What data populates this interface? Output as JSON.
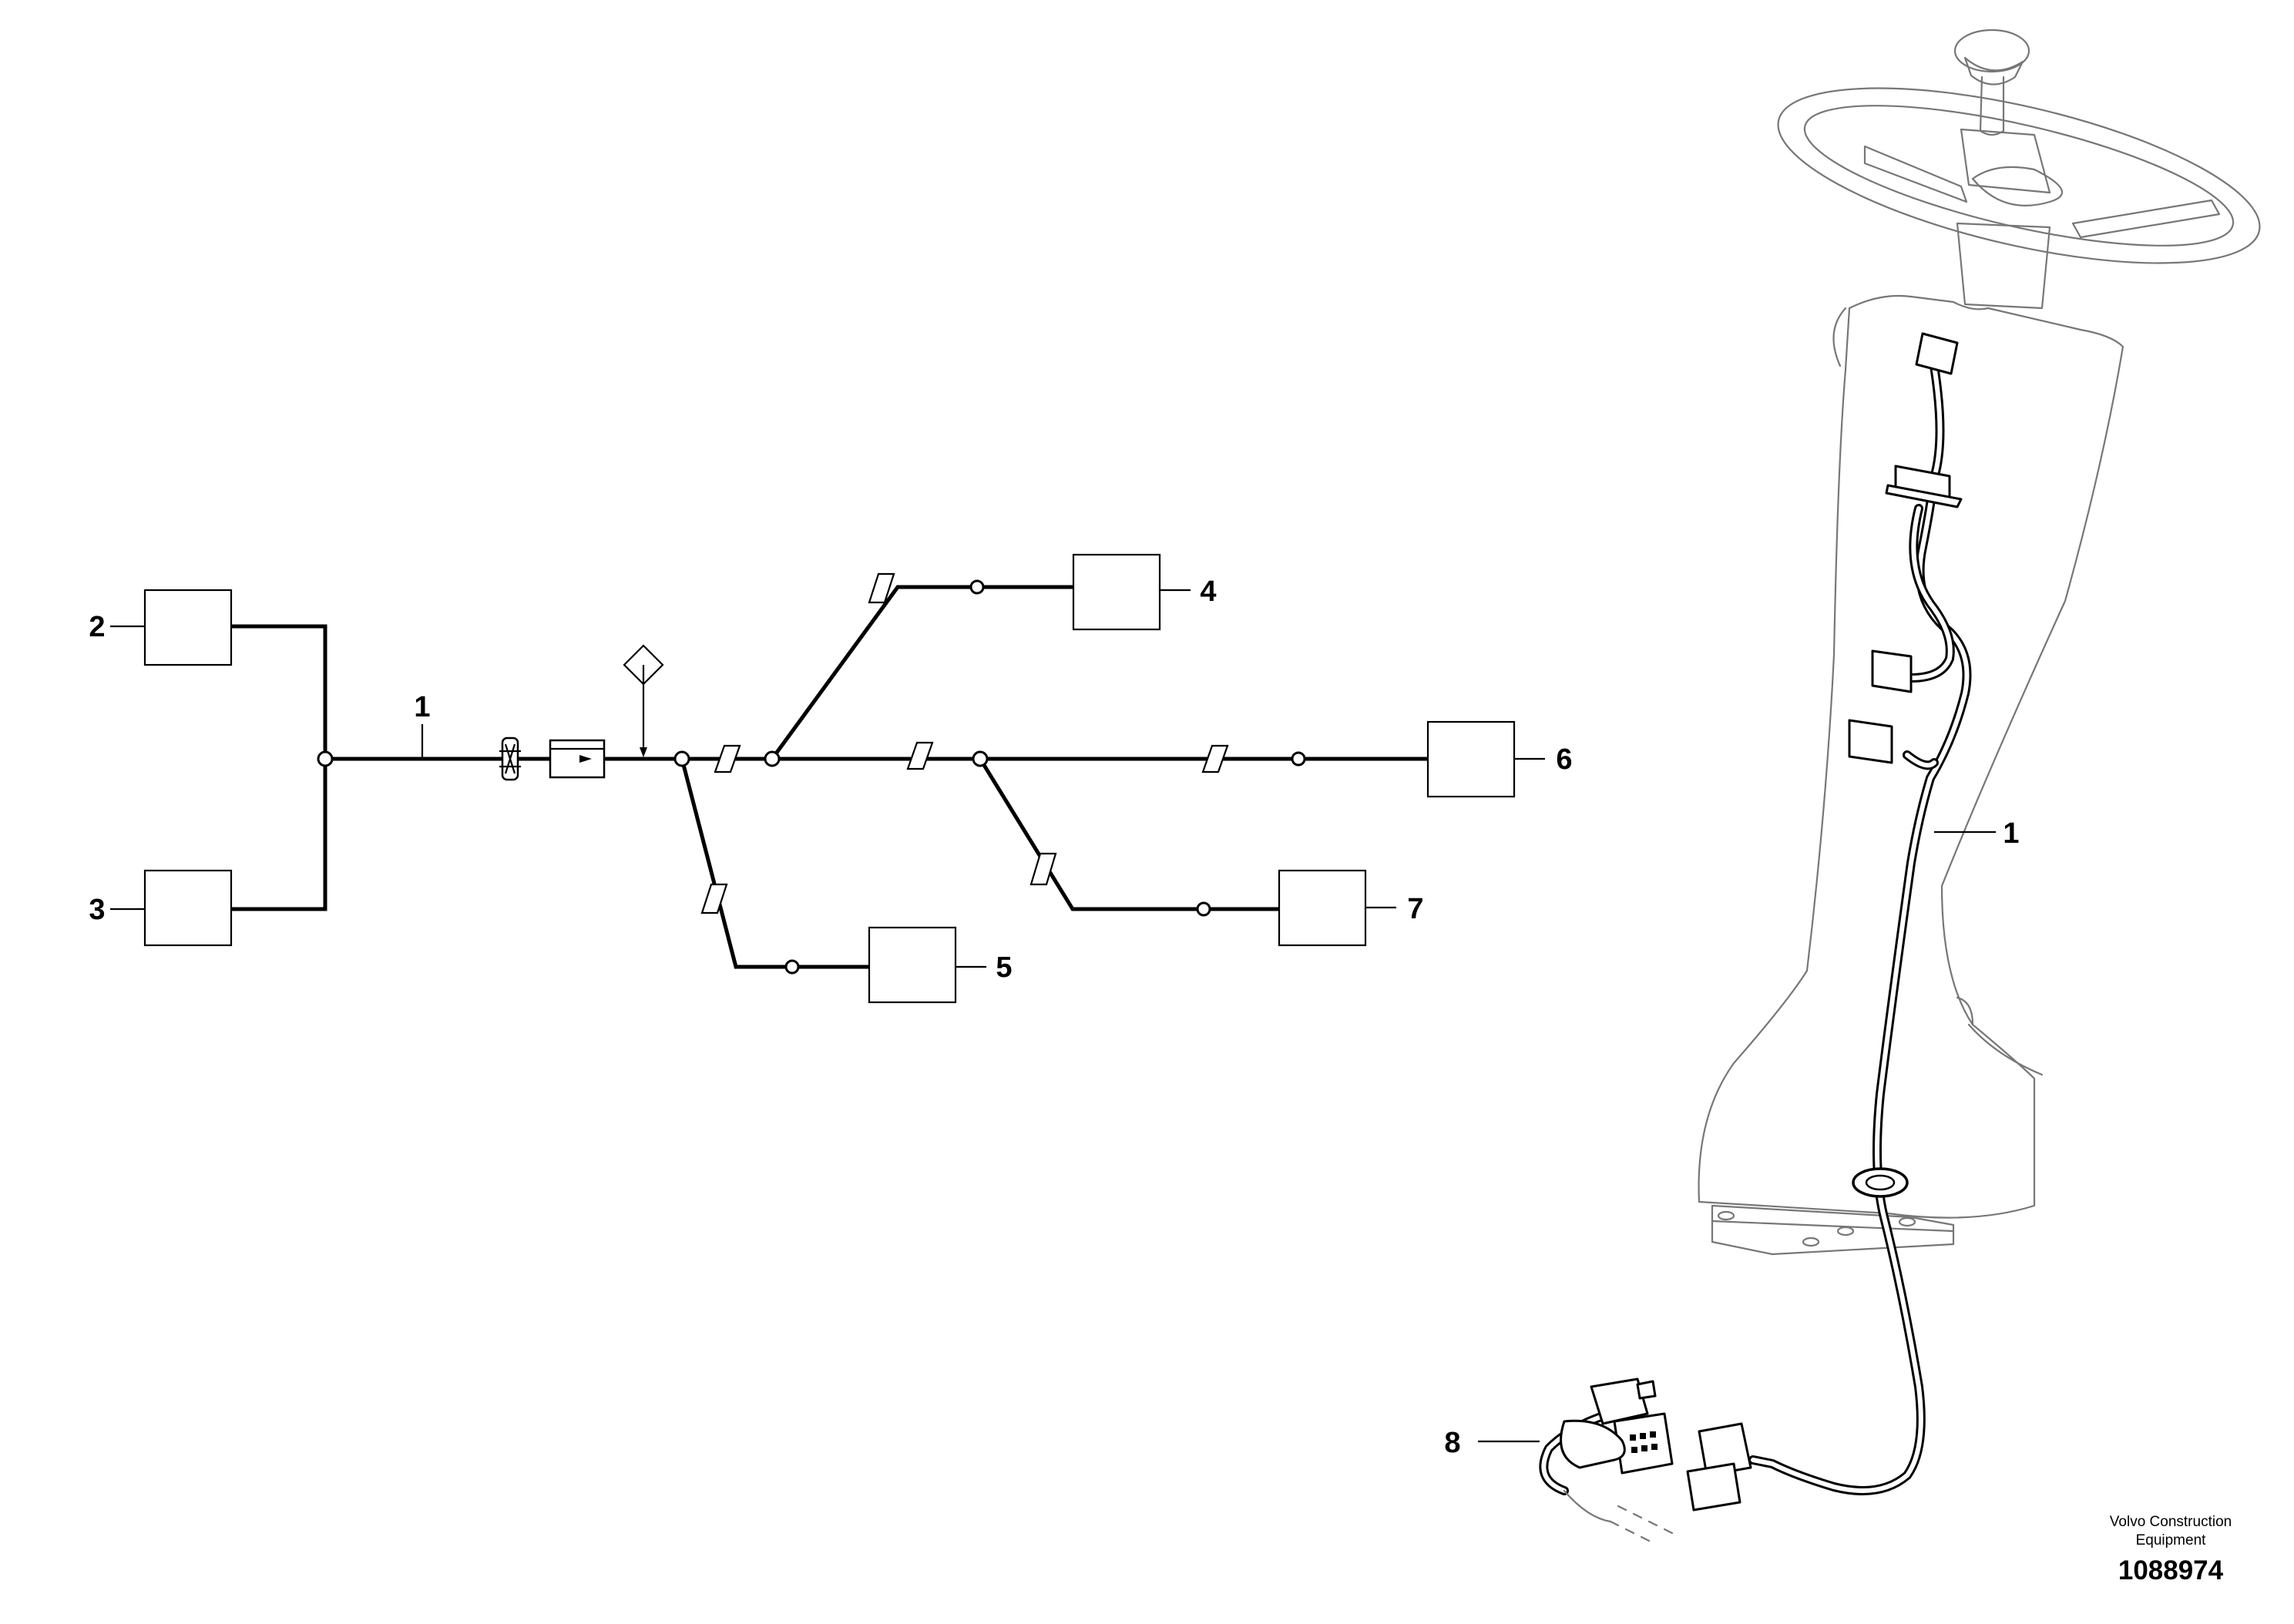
{
  "callouts": {
    "c1_schematic": "1",
    "c2": "2",
    "c3": "3",
    "c4": "4",
    "c5": "5",
    "c6": "6",
    "c7": "7",
    "c1_illustration": "1",
    "c8": "8"
  },
  "footer": {
    "brand_line1": "Volvo Construction",
    "brand_line2": "Equipment",
    "doc_number": "1088974"
  },
  "icons": [
    "splice-node-icon",
    "ground-point-icon",
    "connector-symbol-icon",
    "grommet-symbol-icon",
    "tie-strap-marker-icon",
    "steering-wheel-icon",
    "steering-column-icon",
    "wiring-harness-icon"
  ]
}
